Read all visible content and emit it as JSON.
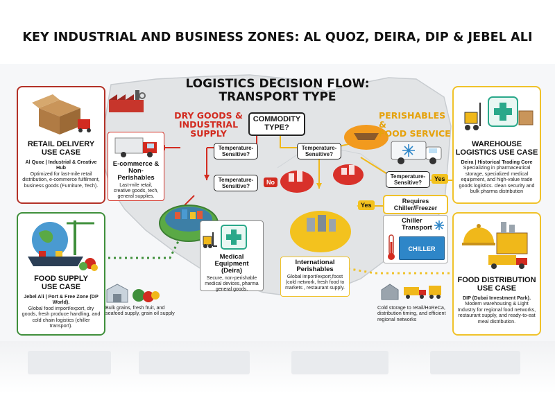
{
  "header": {
    "title": "KEY INDUSTRIAL AND BUSINESS ZONES: AL QUOZ, DEIRA, DIP & JEBEL ALI"
  },
  "flow": {
    "title_line1": "LOGISTICS DECISION FLOW:",
    "title_line2": "TRANSPORT TYPE",
    "commodity_line1": "COMMODITY",
    "commodity_line2": "TYPE?",
    "dry_line1": "DRY GOODS &",
    "dry_line2": "INDUSTRIAL SUPPLY",
    "perish_line1": "PERISHABLES &",
    "perish_line2": "FOOD SERVICE",
    "temp_q1_line1": "Temperature-",
    "temp_q1_line2": "Sensitive?",
    "temp_q2_line1": "Temperature-",
    "temp_q2_line2": "Sensitive?",
    "temp_q3_line1": "Temperature-",
    "temp_q3_line2": "Sensitive?",
    "temp_q4_line1": "Temperature-",
    "temp_q4_line2": "Sensitive?",
    "no_label": "No",
    "yes_label_1": "Yes",
    "yes_label_2": "Yes",
    "requires_line1": "Requires",
    "requires_line2": "Chiller/Freezer",
    "chiller_transport_line1": "Chiller",
    "chiller_transport_line2": "Transport",
    "chiller_container": "CHILLER"
  },
  "nodes": {
    "ecommerce": {
      "title_line1": "E-commerce &",
      "title_line2": "Non-Perishables",
      "desc": "Last-mile retail, creative goods, tech, general supplies."
    },
    "medical": {
      "title_line1": "Medical Equipment",
      "title_line2": "(Deira)",
      "desc": "Secure, non-perishable medical devices, pharma general goods."
    },
    "intl": {
      "title_line1": "International",
      "title_line2": "Perishables",
      "desc": "Global import/export,foost (cold network, fresh food to markets , restaurant supply."
    }
  },
  "cards": {
    "retail": {
      "title_line1": "RETAIL DELIVERY",
      "title_line2": "USE CASE",
      "location": "Al Quoz | Industrial & Creative Hub",
      "desc": "Optimized for last-mile retail distribution, e-commerce fulfilment, business goods (Furniture, Tech)."
    },
    "warehouse": {
      "title_line1": "WAREHOUSE",
      "title_line2": "LOGISTICS USE CASE",
      "location": "Deira | Historical Trading Core",
      "desc": "Specializing in pharmaceutical storage, specialized medical equipment, and high-value trade goods logistics. clean security and bulk pharma distribution"
    },
    "food_supply": {
      "title_line1": "FOOD SUPPLY",
      "title_line2": "USE CASE",
      "location": "Jebel Ali | Port & Free Zone (DP World).",
      "desc": "Global food import/export, dry goods, fresh produce handling, and cold chain logistics (chiller transport)."
    },
    "food_dist": {
      "title_line1": "FOOD DISTRIBUTION",
      "title_line2": "USE CASE",
      "location": "DIP (Dubai Investment Park).",
      "desc": "Modern warehousing & Light Industry for regional food networks, restaurant supply, and ready-to-eat meal distribution."
    }
  },
  "notes": {
    "bulk": "Bulk grains, fresh fruit, and seafood supply, grain oil supply",
    "cold_storage": "Cold storage to retail/HoReCa, distribution timing, and efficient regional networks"
  },
  "colors": {
    "dry_red": "#d22b20",
    "perish_orange": "#e6a20c",
    "flow_yellow": "#f3c21e",
    "zone_green": "#3f8f3b"
  },
  "icons": [
    "factory-icon",
    "boxes-icon",
    "truck-icon",
    "ship-icon",
    "crane-icon",
    "forklift-icon",
    "medical-cross-icon",
    "refrigerated-van-icon",
    "thermometer-icon",
    "snowflake-icon",
    "food-cloche-icon",
    "warehouse-icon"
  ]
}
